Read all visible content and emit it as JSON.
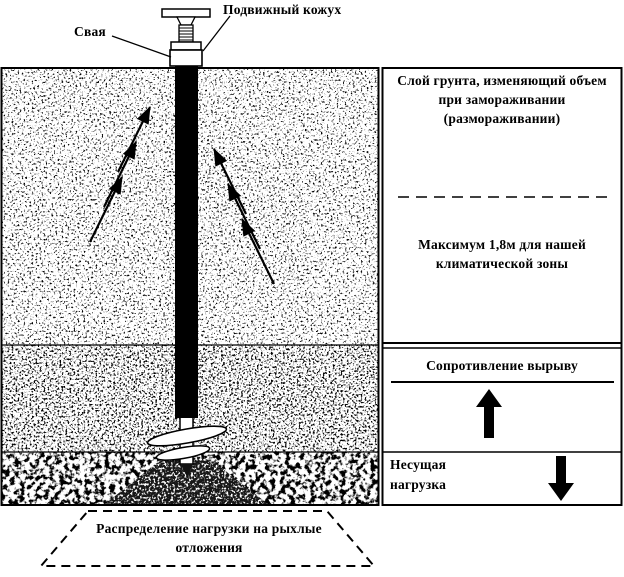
{
  "diagram": {
    "labels": {
      "movable_casing": "Подвижный кожух",
      "pile": "Свая",
      "load_distribution": "Распределение нагрузки на рыхлые отложения"
    },
    "info_panel": {
      "frost_layer": "Слой грунта, изменяющий объем при замораживании (размораживании)",
      "max_depth": "Максимум 1,8м для нашей климатической зоны",
      "pullout_resistance": "Сопротивление вырыву",
      "bearing_load": "Несущая нагрузка"
    },
    "icons": {
      "pullout_arrow": "↑",
      "bearing_arrow": "↓",
      "frost_heave_arrows": "diagonal up arrows along pile"
    },
    "colors": {
      "ink": "#000000",
      "paper": "#ffffff",
      "pile_fill": "#000000",
      "compacted_zone": "#171717"
    }
  }
}
